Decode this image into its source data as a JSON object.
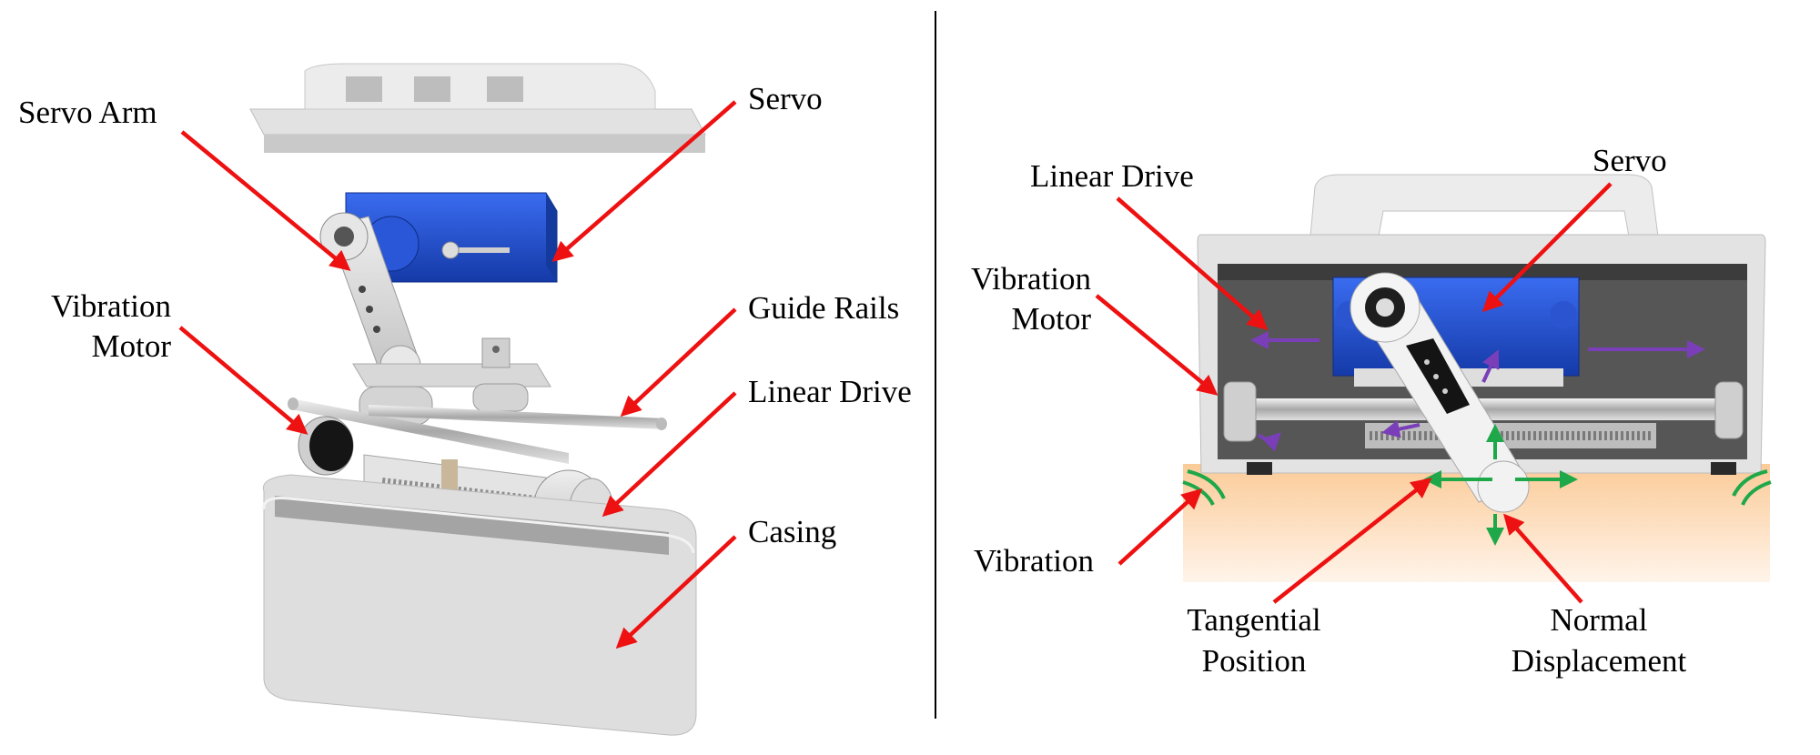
{
  "left_panel": {
    "labels": {
      "servo_arm": "Servo Arm",
      "servo": "Servo",
      "vibration_motor_line1": "Vibration",
      "vibration_motor_line2": "Motor",
      "guide_rails": "Guide Rails",
      "linear_drive": "Linear Drive",
      "casing": "Casing"
    }
  },
  "right_panel": {
    "labels": {
      "linear_drive": "Linear Drive",
      "servo": "Servo",
      "vibration_motor_line1": "Vibration",
      "vibration_motor_line2": "Motor",
      "vibration": "Vibration",
      "tangential_line1": "Tangential",
      "tangential_line2": "Position",
      "normal_line1": "Normal",
      "normal_line2": "Displacement"
    }
  },
  "colors": {
    "arrow": "#ee1111",
    "servo_blue": "#1f4fd6",
    "motion_purple": "#7a3fb8",
    "motion_green": "#1fa84a",
    "surface": "#fbcfa0",
    "part_gray": "#d9d9d9"
  }
}
